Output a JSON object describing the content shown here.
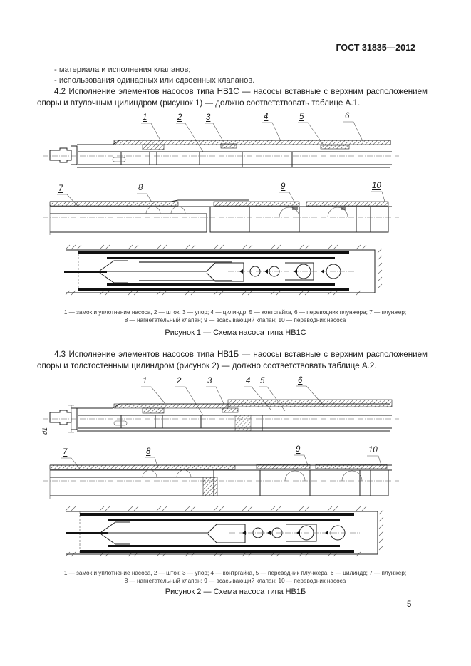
{
  "header": {
    "standard_code": "ГОСТ 31835—2012"
  },
  "intro_bullets": [
    "- материала и исполнения клапанов;",
    "- использования одинарных или сдвоенных клапанов."
  ],
  "section_4_2": {
    "text": "4.2 Исполнение элементов насосов типа НВ1С — насосы вставные с верхним расположением опоры и втулочным цилиндром (рисунок 1) — должно соответствовать таблице А.1."
  },
  "figure_1": {
    "callouts_top": [
      "1",
      "2",
      "3",
      "4",
      "5",
      "6"
    ],
    "callouts_bottom": [
      "7",
      "8",
      "9",
      "10"
    ],
    "legend_line1": "1 — замок и уплотнение насоса, 2 — шток; 3 — упор; 4 — цилиндр; 5 — контргайка, 6 — переводник плунжера; 7 — плунжер;",
    "legend_line2": "8 — нагнетательный клапан; 9 — всасывающий клапан; 10 — переводник насоса",
    "caption": "Рисунок 1 — Схема насоса типа НВ1С"
  },
  "section_4_3": {
    "text": "4.3 Исполнение элементов насосов типа НВ1Б — насосы вставные с верхним расположением опоры и толстостенным цилиндром (рисунок 2) — должно соответствовать таблице А.2."
  },
  "figure_2": {
    "callouts_top": [
      "1",
      "2",
      "3",
      "4",
      "5",
      "6"
    ],
    "callouts_bottom": [
      "7",
      "8",
      "9",
      "10"
    ],
    "dimension_label": "d1",
    "legend_line1": "1 — замок и уплотнение насоса, 2 — шток; 3 — упор; 4 — контргайка, 5 — переводник плунжера; 6 — цилиндр; 7 — плунжер;",
    "legend_line2": "8 — нагнетательный клапан; 9 — всасывающий клапан; 10 — переводник насоса",
    "caption": "Рисунок 2 — Схема насоса типа НВ1Б"
  },
  "footer": {
    "page_number": "5"
  }
}
